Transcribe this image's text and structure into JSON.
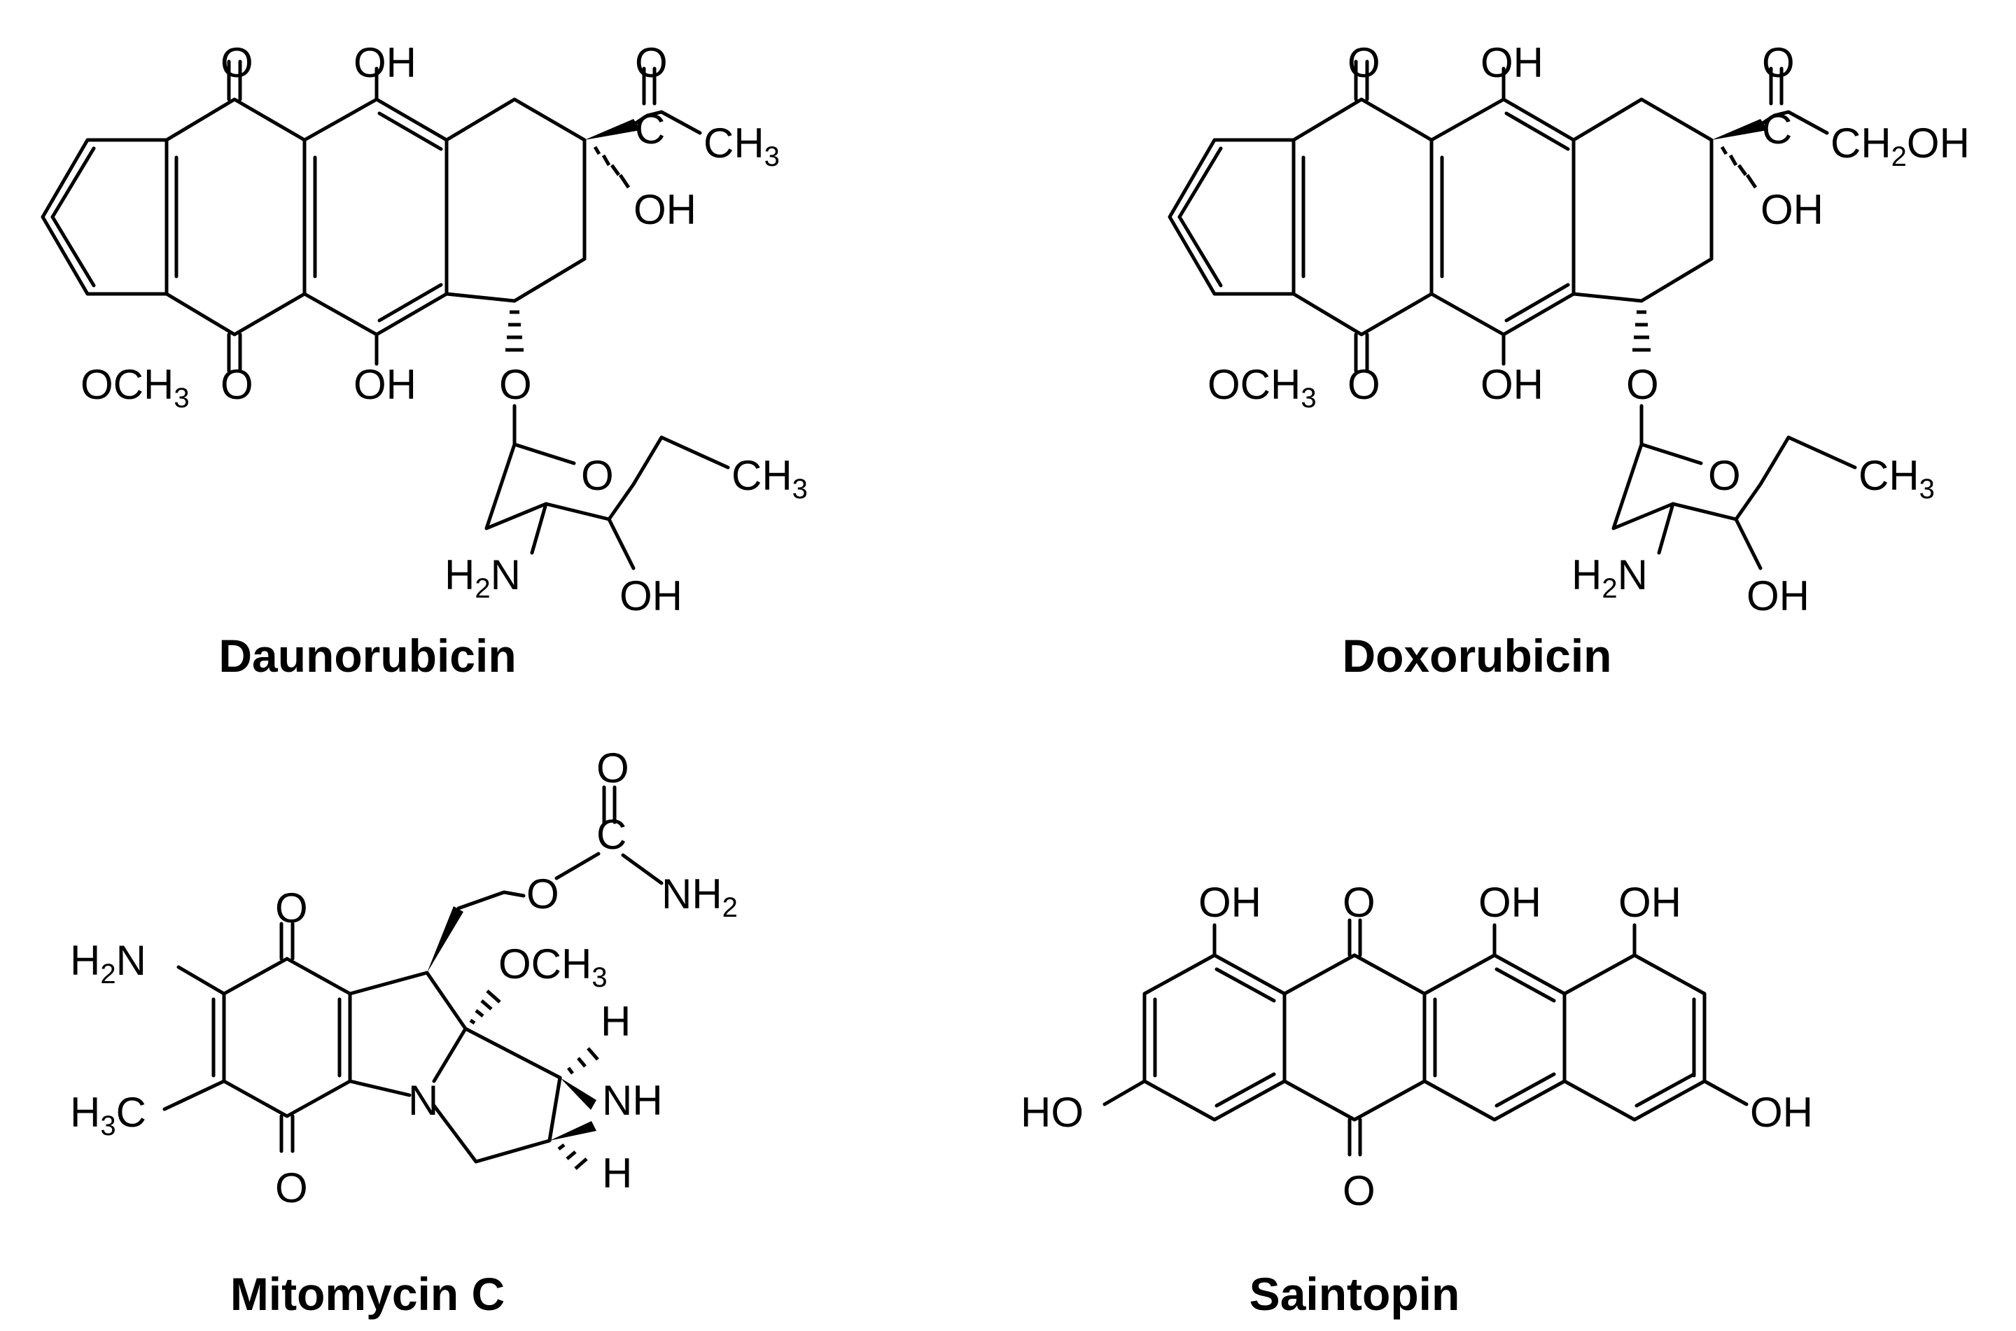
{
  "compounds": [
    {
      "name": "Daunorubicin",
      "labels": {
        "o_top_quinone": "O",
        "oh_top": "OH",
        "o_ketone": "O",
        "c_ketone": "C",
        "ch3_ketone": "CH",
        "ch3_ketone_sub": "3",
        "oh_ring": "OH",
        "oh_bottom": "OH",
        "o_bottom_quinone": "O",
        "och3": "OCH",
        "och3_sub": "3",
        "o_glyco": "O",
        "o_ring": "O",
        "ch3_sugar": "CH",
        "ch3_sugar_sub": "3",
        "nh2_h": "H",
        "nh2_sub": "2",
        "nh2_n": "N",
        "oh_sugar": "OH"
      }
    },
    {
      "name": "Doxorubicin",
      "labels": {
        "o_top_quinone": "O",
        "oh_top": "OH",
        "o_ketone": "O",
        "c_ketone": "C",
        "ch2oh": "CH",
        "ch2oh_sub": "2",
        "ch2oh_oh": "OH",
        "oh_ring": "OH",
        "oh_bottom": "OH",
        "o_bottom_quinone": "O",
        "och3": "OCH",
        "och3_sub": "3",
        "o_glyco": "O",
        "o_ring": "O",
        "ch3_sugar": "CH",
        "ch3_sugar_sub": "3",
        "nh2_h": "H",
        "nh2_sub": "2",
        "nh2_n": "N",
        "oh_sugar": "OH"
      }
    },
    {
      "name": "Mitomycin C",
      "labels": {
        "o_carbonyl": "O",
        "c_carbamate": "C",
        "o_ether": "O",
        "nh2": "NH",
        "nh2_sub": "2",
        "o_top_quinone": "O",
        "h2n_h": "H",
        "h2n_sub": "2",
        "h2n_n": "N",
        "och3": "OCH",
        "och3_sub": "3",
        "h_top": "H",
        "nh": "NH",
        "h_bottom": "H",
        "n_ring": "N",
        "h3c_h": "H",
        "h3c_sub": "3",
        "h3c_c": "C",
        "o_bottom_quinone": "O"
      }
    },
    {
      "name": "Saintopin",
      "labels": {
        "oh_1": "OH",
        "o_top": "O",
        "oh_2": "OH",
        "oh_3": "OH",
        "ho_left": "HO",
        "oh_right": "OH",
        "o_bottom": "O"
      }
    }
  ]
}
